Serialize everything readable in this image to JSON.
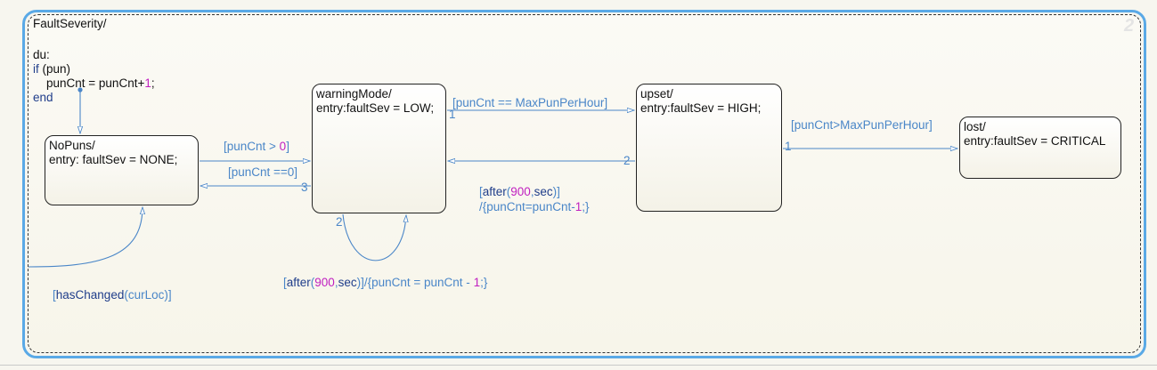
{
  "chart": {
    "number": "2",
    "superstate": {
      "name": "FaultSeverity/",
      "du_label": "du:",
      "du_if_kw": "if",
      "du_if_rest": " (pun)",
      "du_body_pre": "    punCnt = punCnt+",
      "du_body_num": "1",
      "du_body_post": ";",
      "du_end": "end"
    },
    "states": {
      "nopuns": {
        "name": "NoPuns/",
        "entry": "entry: faultSev = NONE;"
      },
      "warning": {
        "name": "warningMode/",
        "entry": "entry:faultSev = LOW;"
      },
      "upset": {
        "name": "upset/",
        "entry": "entry:faultSev = HIGH;"
      },
      "lost": {
        "name": "lost/",
        "entry": "entry:faultSev = CRITICAL"
      }
    },
    "transitions": {
      "t_nopuns_warn": {
        "pre": "[punCnt > ",
        "num": "0",
        "post": "]"
      },
      "t_warn_nopuns": {
        "text": "[punCnt ==0]",
        "order": "3"
      },
      "t_warn_upset": {
        "text": "[punCnt == MaxPunPerHour]",
        "order": "1"
      },
      "t_upset_warn": {
        "l1_pre": "[",
        "l1_kw": "after",
        "l1_open": "(",
        "l1_num": "900",
        "l1_comma": ",",
        "l1_sec": "sec",
        "l1_close": ")]",
        "l2_pre": "/{punCnt=punCnt-",
        "l2_num": "1",
        "l2_post": ";}",
        "order": "2"
      },
      "t_upset_lost": {
        "text": "[punCnt>MaxPunPerHour]",
        "order": "1"
      },
      "t_self_warn": {
        "pre": "[",
        "kw": "after",
        "open": "(",
        "num": "900",
        "comma": ",",
        "sec": "sec",
        "close": ")]",
        "mid": "/{punCnt = punCnt - ",
        "num2": "1",
        "post": ";}",
        "order": "2"
      },
      "t_loop_nopuns": {
        "pre": "[",
        "kw": "hasChanged",
        "arg": "(curLoc)",
        "post": "]"
      }
    },
    "colors": {
      "selection": "#5aa9e6",
      "transition": "#4a86c8",
      "keyword": "#1f3d8a",
      "number": "#c020c0"
    }
  }
}
